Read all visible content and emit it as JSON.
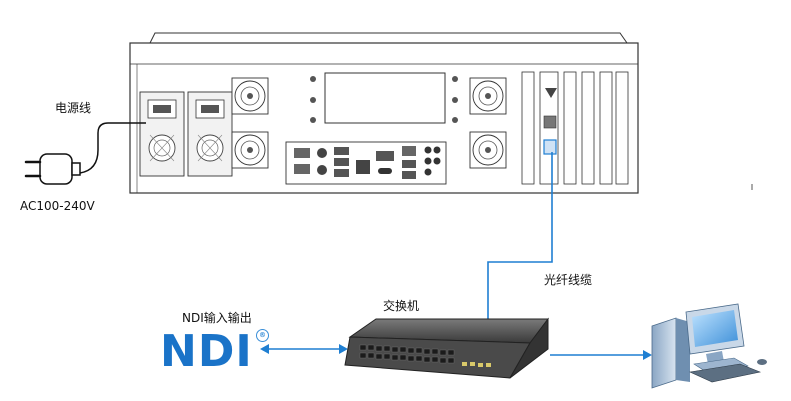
{
  "labels": {
    "power_cord": "电源线",
    "voltage": "AC100-240V",
    "fiber_cable": "光纤线缆",
    "switch": "交换机",
    "ndi_io": "NDI输入输出",
    "ndi_logo": "NDI",
    "registered_mark": "®"
  },
  "colors": {
    "line": "#1f7fd2",
    "ndi_blue": "#1a73c8",
    "device_stroke": "#333333",
    "switch_body": "#3c3c3c"
  },
  "icons": {
    "plug": "power-plug-icon",
    "computer": "computer-icon",
    "chassis": "server-chassis",
    "switch": "network-switch"
  }
}
